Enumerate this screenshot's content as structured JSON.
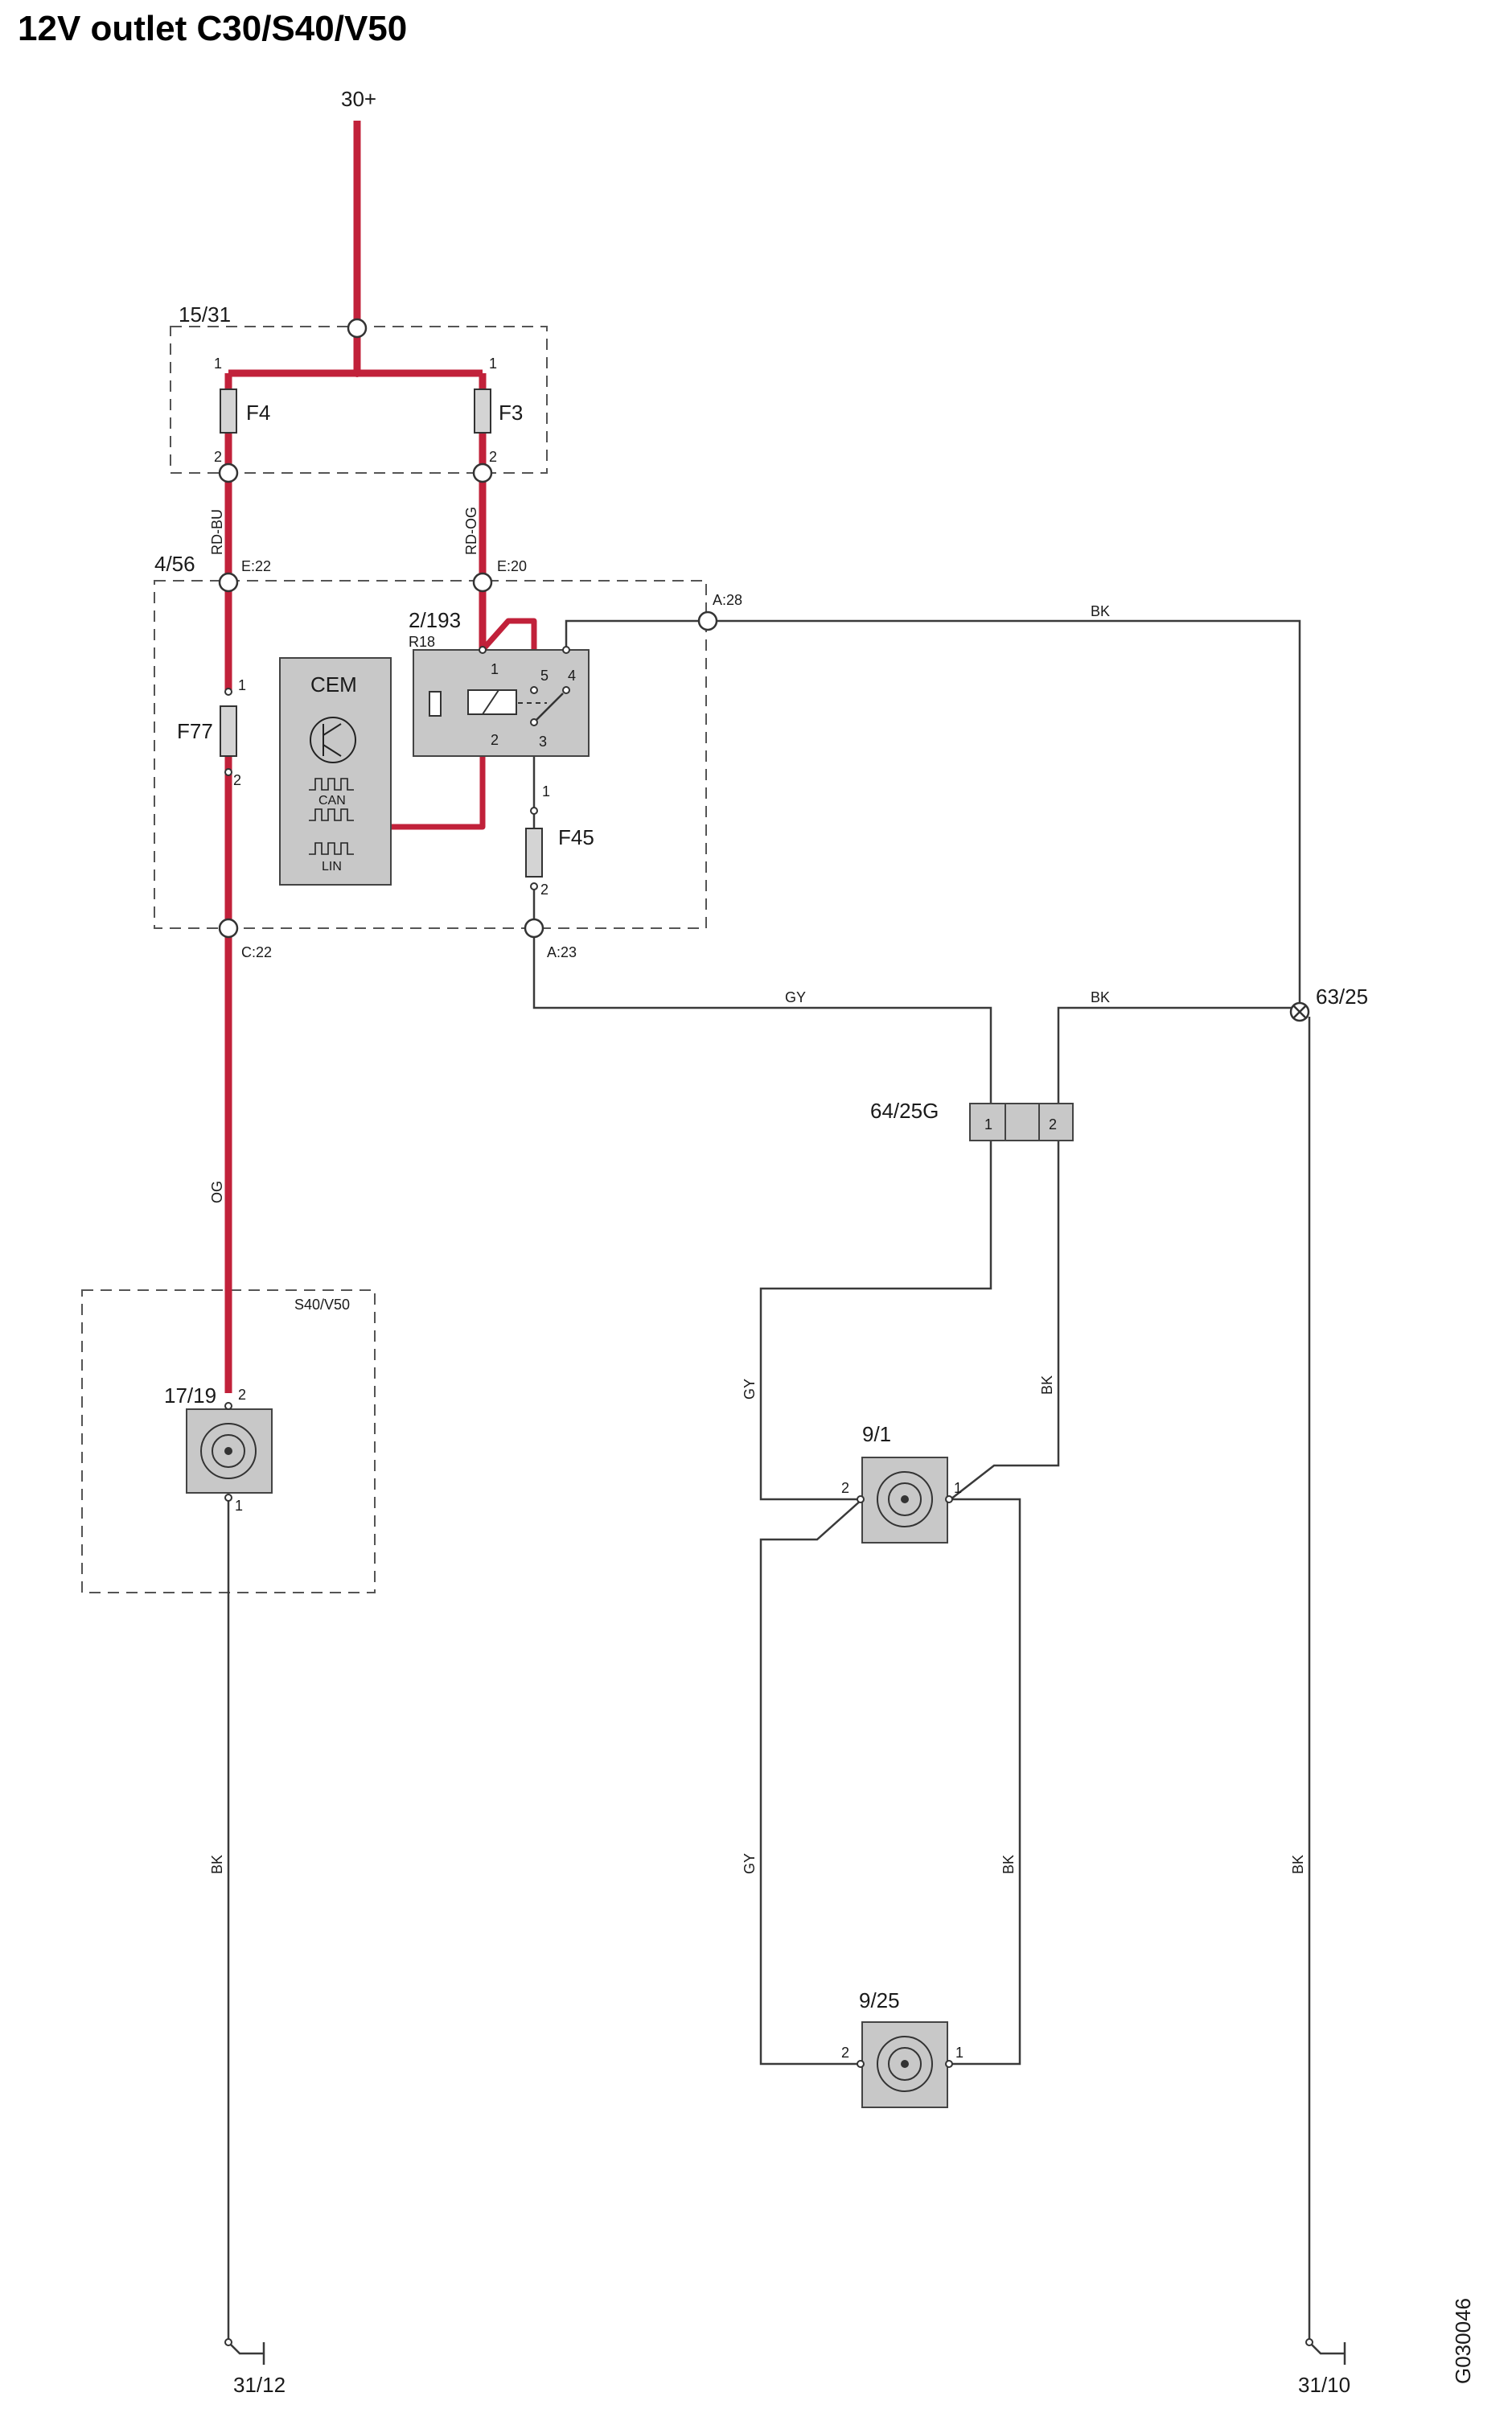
{
  "title": "12V outlet C30/S40/V50",
  "doc_code": "G030046",
  "colors": {
    "power": "#c1213a",
    "wire": "#3a3a3a",
    "component": "#c8c8c8"
  },
  "terminals": {
    "battery": "30+",
    "ground_left": "31/12",
    "ground_right": "31/10",
    "ground_point": "63/25"
  },
  "fuse_box_1": {
    "label": "15/31",
    "fuses": [
      {
        "name": "F4",
        "pin_top": "1",
        "pin_bottom": "2"
      },
      {
        "name": "F3",
        "pin_top": "1",
        "pin_bottom": "2"
      }
    ]
  },
  "wire_colors": {
    "rd_bu": "RD-BU",
    "rd_og": "RD-OG",
    "og": "OG",
    "bk": "BK",
    "gy": "GY"
  },
  "cem_box": {
    "label": "4/56",
    "connectors": {
      "e22": "E:22",
      "e20": "E:20",
      "a28": "A:28",
      "c22": "C:22",
      "a23": "A:23"
    },
    "f77": {
      "name": "F77",
      "pin_top": "1",
      "pin_bottom": "2"
    },
    "cem": {
      "name": "CEM",
      "bus1": "CAN",
      "bus2": "LIN"
    },
    "relay": {
      "label": "2/193",
      "name": "R18",
      "pins": [
        "1",
        "2",
        "3",
        "4",
        "5"
      ]
    },
    "f45": {
      "name": "F45",
      "pin_top": "1",
      "pin_bottom": "2"
    }
  },
  "connector_64": {
    "label": "64/25G",
    "pin1": "1",
    "pin2": "2"
  },
  "s40_box": {
    "label": "S40/V50"
  },
  "outlets": [
    {
      "id": "17/19",
      "pin_top": "2",
      "pin_bottom": "1"
    },
    {
      "id": "9/1",
      "pin_left": "2",
      "pin_right": "1"
    },
    {
      "id": "9/25",
      "pin_left": "2",
      "pin_right": "1"
    }
  ]
}
